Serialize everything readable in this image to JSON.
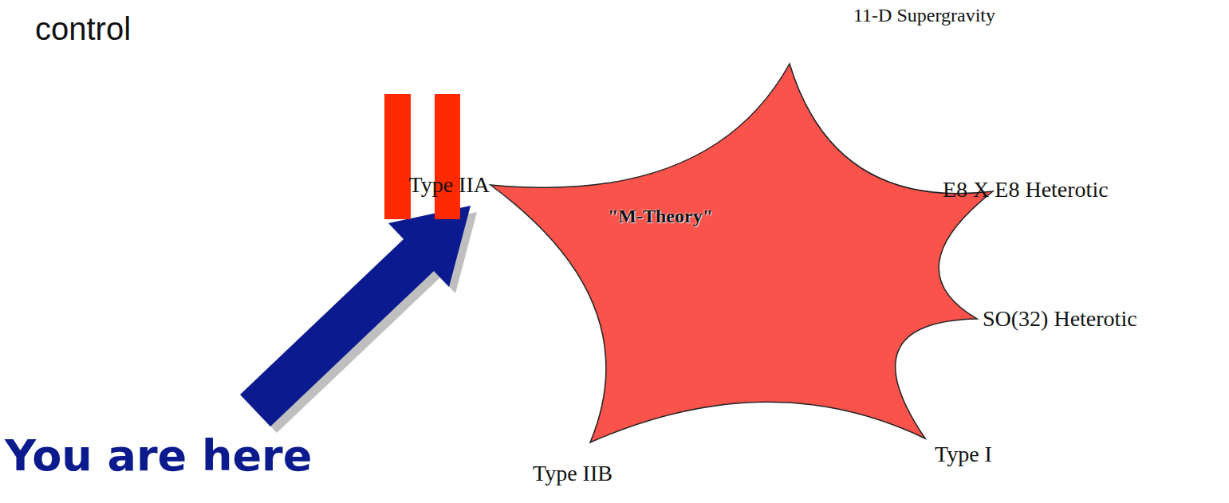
{
  "diagram": {
    "nodes": [
      {
        "text": [
          "\"M-Theory\""
        ]
      }
    ],
    "labels": [
      "control",
      "11-D Supergravity",
      "Type IIA",
      "E8 X E8 Heterotic",
      "SO(32) Heterotic",
      "Type IIB",
      "Type I",
      "You are here"
    ]
  }
}
